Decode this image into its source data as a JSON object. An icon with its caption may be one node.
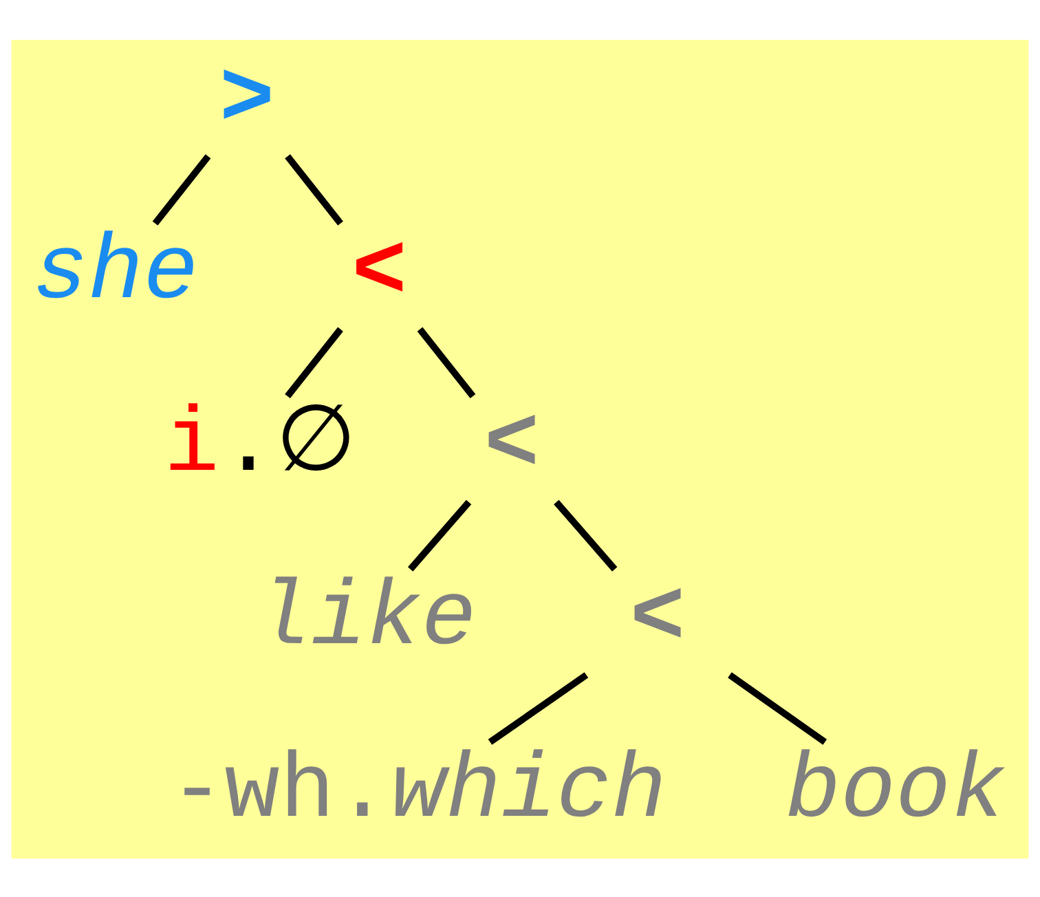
{
  "diagram": {
    "nodes": [
      {
        "text": [
          ">"
        ]
      },
      {
        "text": [
          "she"
        ]
      },
      {
        "text": [
          "<"
        ]
      },
      {
        "text": [
          "i.∅"
        ]
      },
      {
        "text": [
          "<"
        ]
      },
      {
        "text": [
          "like"
        ]
      },
      {
        "text": [
          "<"
        ]
      },
      {
        "text": [
          "-wh.*which*"
        ]
      },
      {
        "text": [
          "book"
        ]
      }
    ],
    "edges": [
      {
        "from": 0,
        "to": 1,
        "arrow": "none"
      },
      {
        "from": 0,
        "to": 2,
        "arrow": "none"
      },
      {
        "from": 2,
        "to": 3,
        "arrow": "none"
      },
      {
        "from": 2,
        "to": 4,
        "arrow": "none"
      },
      {
        "from": 4,
        "to": 5,
        "arrow": "none"
      },
      {
        "from": 4,
        "to": 6,
        "arrow": "none"
      },
      {
        "from": 6,
        "to": 7,
        "arrow": "none"
      },
      {
        "from": 6,
        "to": 8,
        "arrow": "none"
      }
    ]
  }
}
